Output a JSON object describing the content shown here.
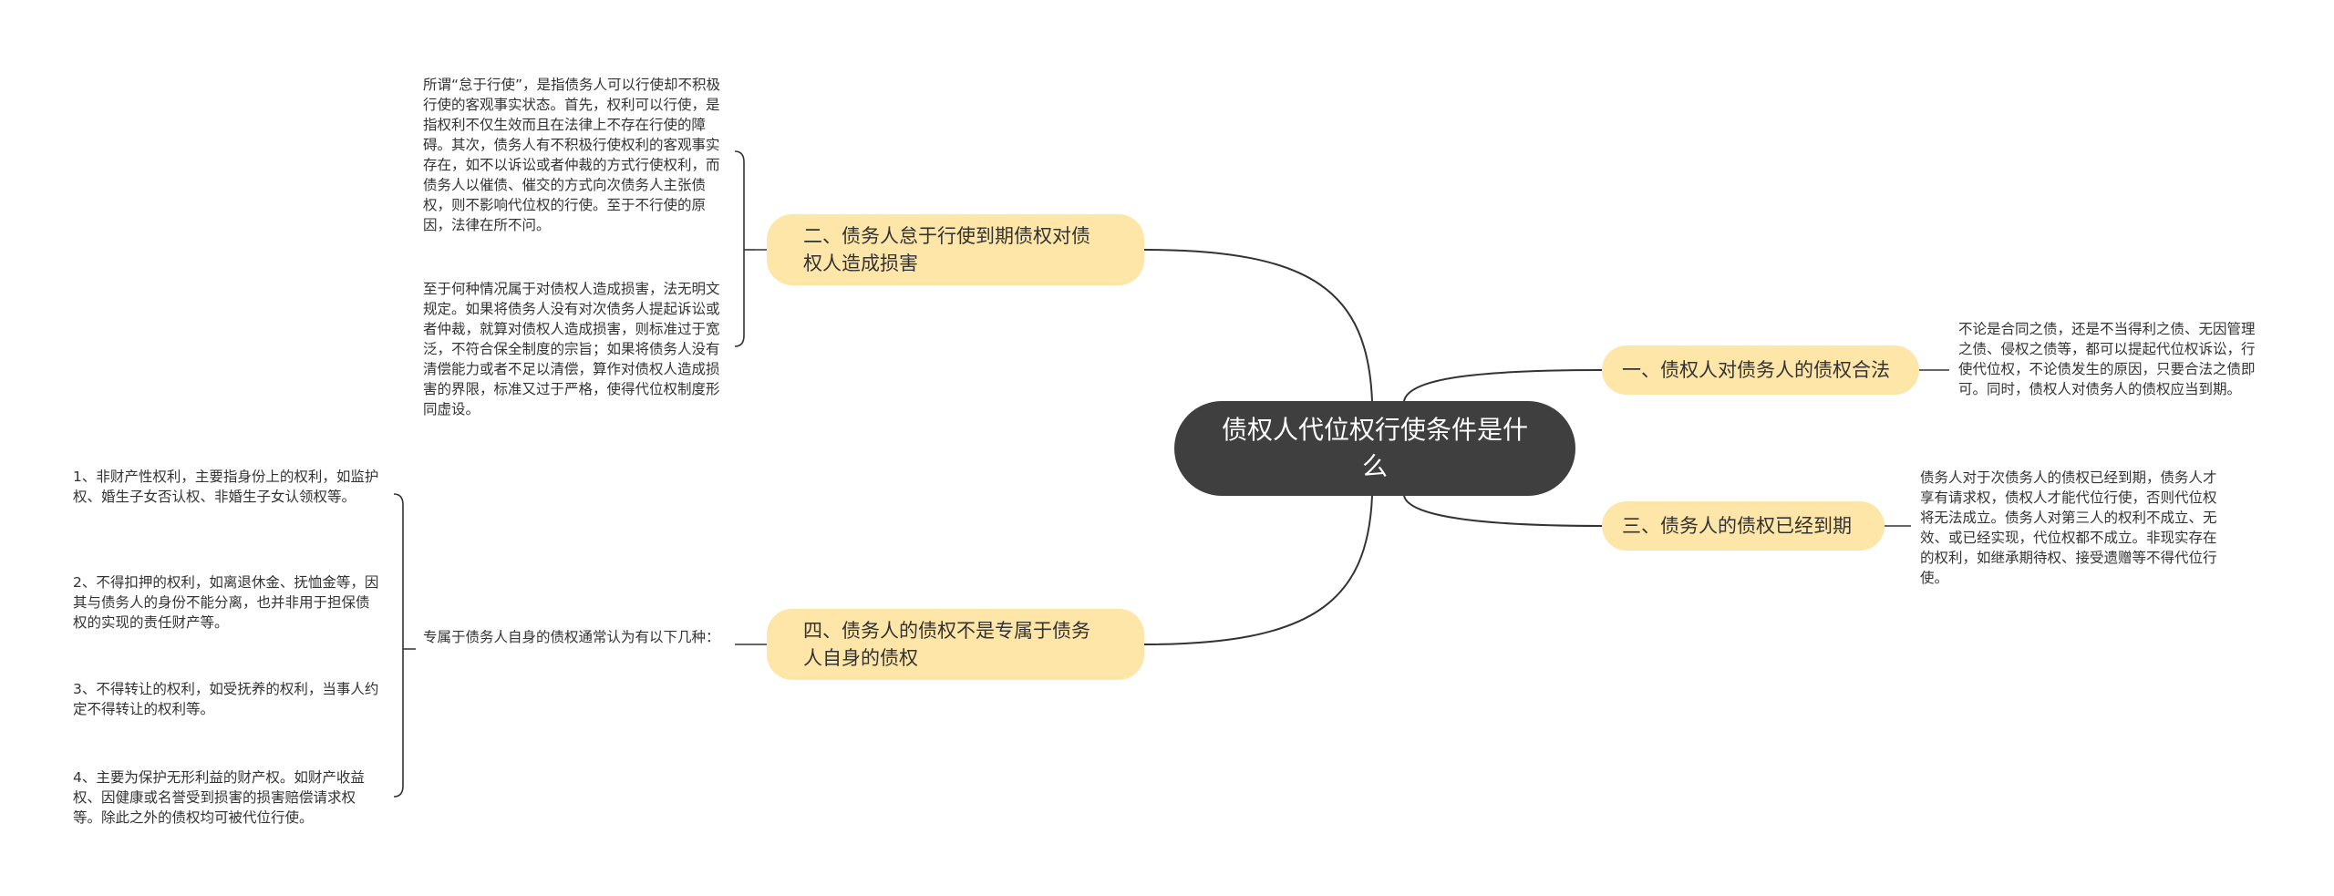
{
  "mindmap": {
    "root": {
      "label": "债权人代位权行使条件是什么"
    },
    "branches": [
      {
        "label": "一、债权人对债务人的债权合法",
        "leaves": [
          "不论是合同之债，还是不当得利之债、无因管理之债、侵权之债等，都可以提起代位权诉讼，行使代位权，不论债发生的原因，只要合法之债即可。同时，债权人对债务人的债权应当到期。"
        ]
      },
      {
        "label": "二、债务人怠于行使到期债权对债权人造成损害",
        "leaves": [
          "所谓“怠于行使”，是指债务人可以行使却不积极行使的客观事实状态。首先，权利可以行使，是指权利不仅生效而且在法律上不存在行使的障碍。其次，债务人有不积极行使权利的客观事实存在，如不以诉讼或者仲裁的方式行使权利，而债务人以催债、催交的方式向次债务人主张债权，则不影响代位权的行使。至于不行使的原因，法律在所不问。",
          "至于何种情况属于对债权人造成损害，法无明文规定。如果将债务人没有对次债务人提起诉讼或者仲裁，就算对债权人造成损害，则标准过于宽泛，不符合保全制度的宗旨；如果将债务人没有清偿能力或者不足以清偿，算作对债权人造成损害的界限，标准又过于严格，使得代位权制度形同虚设。"
        ]
      },
      {
        "label": "三、债务人的债权已经到期",
        "leaves": [
          "债务人对于次债务人的债权已经到期，债务人才享有请求权，债权人才能代位行使，否则代位权将无法成立。债务人对第三人的权利不成立、无效、或已经实现，代位权都不成立。非现实存在的权利，如继承期待权、接受遗赠等不得代位行使。"
        ]
      },
      {
        "label": "四、债务人的债权不是专属于债务人自身的债权",
        "leaves": [
          "专属于债务人自身的债权通常认为有以下几种："
        ],
        "sub_leaves": [
          "1、非财产性权利，主要指身份上的权利，如监护权、婚生子女否认权、非婚生子女认领权等。",
          "2、不得扣押的权利，如离退休金、抚恤金等，因其与债务人的身份不能分离，也并非用于担保债权的实现的责任财产等。",
          "3、不得转让的权利，如受抚养的权利，当事人约定不得转让的权利等。",
          "4、主要为保护无形利益的财产权。如财产收益权、因健康或名誉受到损害的损害赔偿请求权等。除此之外的债权均可被代位行使。"
        ]
      }
    ]
  },
  "colors": {
    "root_bg": "#3f3f3f",
    "branch_bg": "#fde6a8",
    "line": "#333333",
    "text": "#333333"
  }
}
